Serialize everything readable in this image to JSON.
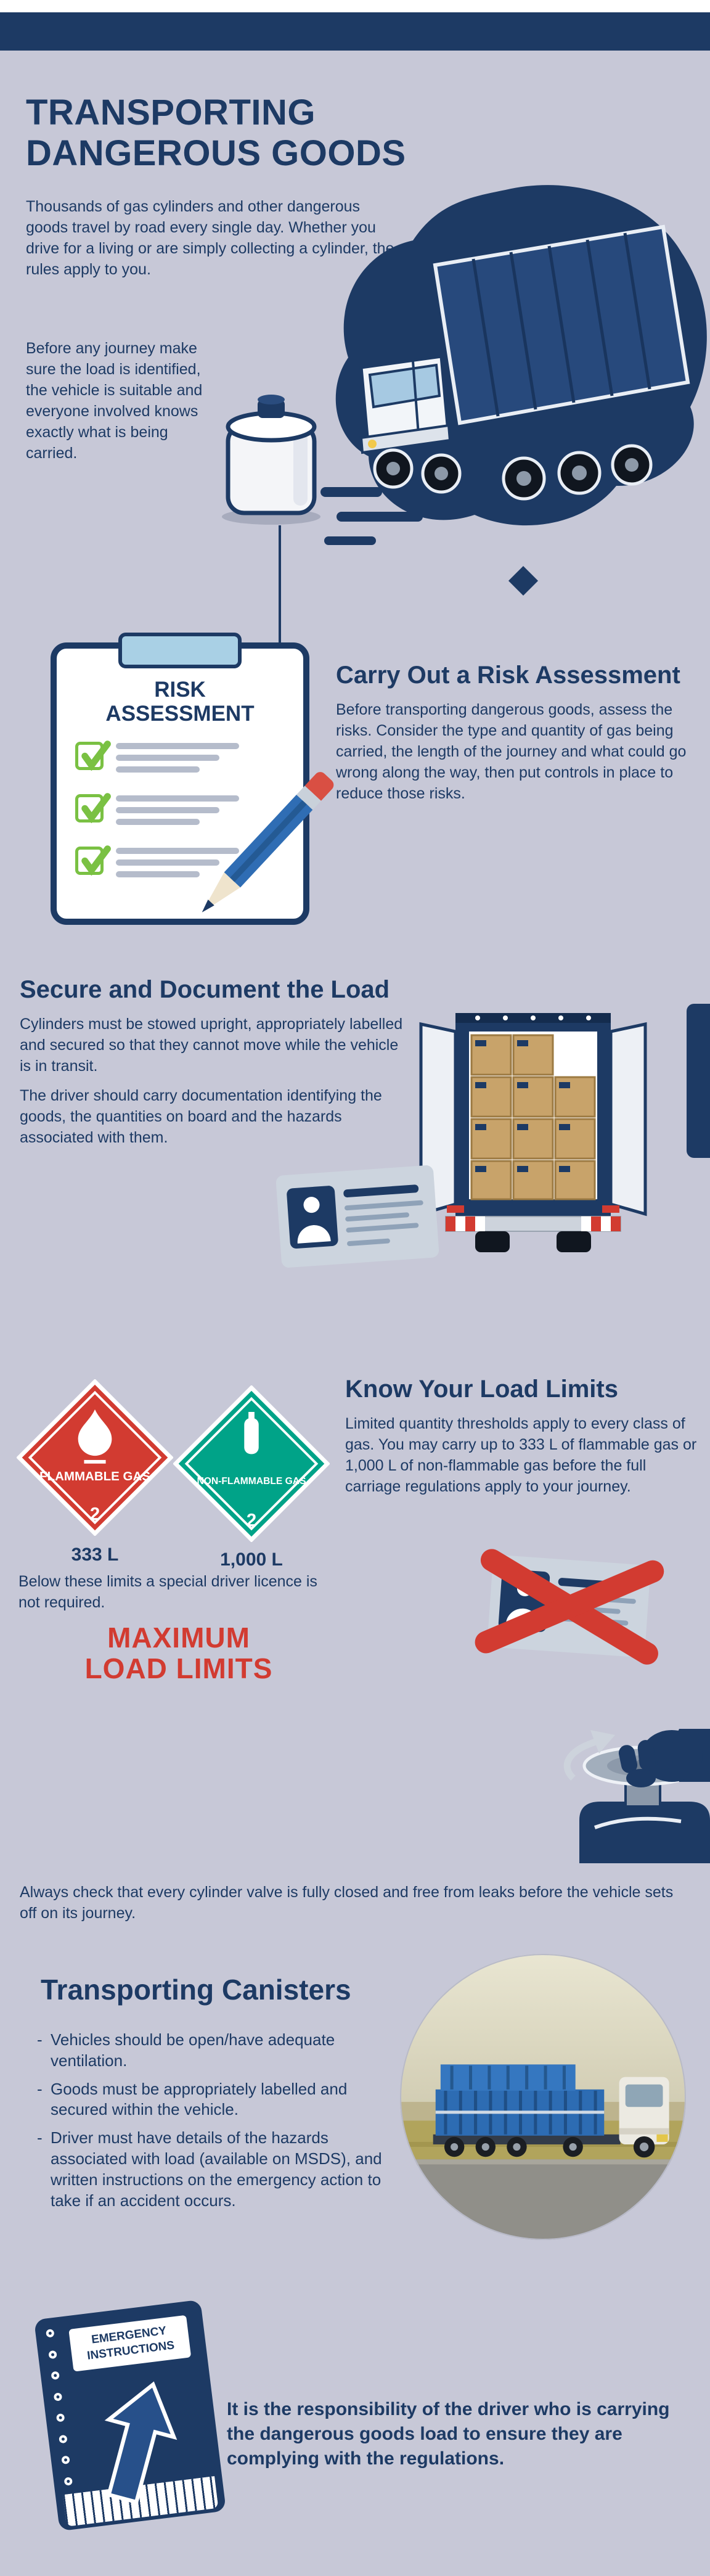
{
  "colors": {
    "background": "#c7c8d7",
    "navy": "#1d3a64",
    "red": "#d23b31",
    "green_placard": "#00a388",
    "check_green": "#7ac143",
    "box_tan": "#c8a36a",
    "clip_blue": "#a9d0e5"
  },
  "icons": {
    "check": "green check mark",
    "flame": "white flame glyph",
    "cylinder": "white gas cylinder glyph",
    "cross": "red X",
    "arrow_up": "navy upward arrow"
  },
  "header": {
    "title_line1": "TRANSPORTING",
    "title_line2": "DANGEROUS GOODS",
    "intro1": "Thousands of gas cylinders and other dangerous goods travel by road every single day. Whether you drive for a living or are simply collecting a cylinder, the rules apply to you.",
    "intro2": "Before any journey make sure the load is identified, the vehicle is suitable and everyone involved knows exactly what is being carried."
  },
  "risk": {
    "heading": "Carry Out a Risk Assessment",
    "body": "Before transporting dangerous goods, assess the risks. Consider the type and quantity of gas being carried, the length of the journey and what could go wrong along the way, then put controls in place to reduce those risks.",
    "clipboard_title_line1": "RISK",
    "clipboard_title_line2": "ASSESSMENT"
  },
  "securing": {
    "heading": "Secure and Document the Load",
    "body1": "Cylinders must be stowed upright, appropriately labelled and secured so that they cannot move while the vehicle is in transit.",
    "body2": "The driver should carry documentation identifying the goods, the quantities on board and the hazards associated with them."
  },
  "limits": {
    "heading": "Know Your Load Limits",
    "body": "Limited quantity thresholds apply to every class of gas. You may carry up to 333 L of flammable gas or 1,000 L of non-flammable gas before the full carriage regulations apply to your journey.",
    "note": "Below these limits a special driver licence is not required.",
    "red_line1": "MAXIMUM",
    "red_line2": "LOAD LIMITS",
    "flammable": {
      "label": "FLAMMABLE GAS",
      "class": "2",
      "quantity": "333 L"
    },
    "nonflammable": {
      "label": "NON-FLAMMABLE GAS",
      "class": "2",
      "quantity": "1,000 L"
    }
  },
  "valve": {
    "note": "Always check that every cylinder valve is fully closed and free from leaks before the vehicle sets off on its journey."
  },
  "canisters": {
    "heading": "Transporting Canisters",
    "bullets": [
      "Vehicles should be open/have adequate ventilation.",
      "Goods must be appropriately labelled and secured within the vehicle.",
      "Driver must have details of the hazards associated with load (available on MSDS), and written instructions on the emergency action to take if an accident occurs."
    ]
  },
  "notebook": {
    "label_line1": "EMERGENCY",
    "label_line2": "INSTRUCTIONS"
  },
  "responsibility": {
    "text": "It is the responsibility of the driver who is carrying the dangerous goods load to ensure they are complying with the regulations."
  }
}
